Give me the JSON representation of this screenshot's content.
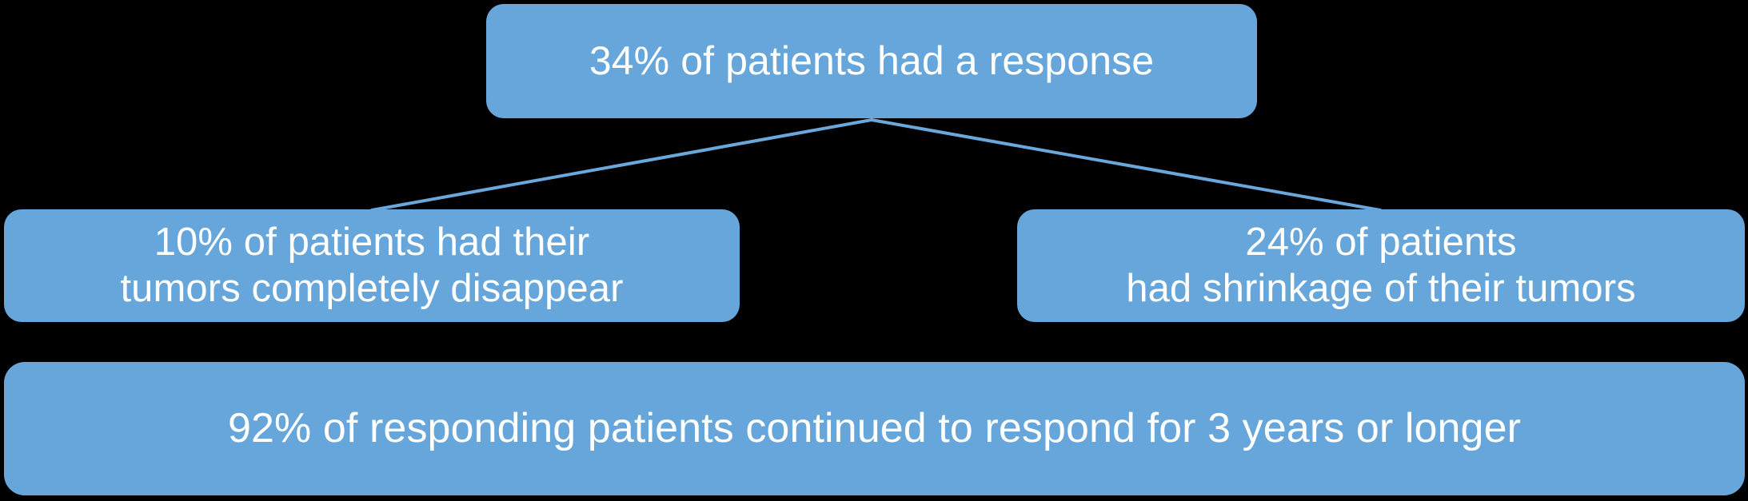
{
  "diagram": {
    "type": "tree",
    "background_color": "#000000",
    "node_fill_color": "#67a6db",
    "node_text_color": "#ffffff",
    "connector_color": "#6aa8dc",
    "nodes": {
      "root": {
        "id": "root",
        "label": "34% of patients had a response",
        "value_percent": 34,
        "level": 0
      },
      "complete_response": {
        "id": "complete-response",
        "label": "10% of patients had their\ntumors completely disappear",
        "line1": "10% of patients had their",
        "line2": "tumors completely disappear",
        "value_percent": 10,
        "level": 1
      },
      "partial_response": {
        "id": "partial-response",
        "label": "24% of patients\nhad shrinkage of their tumors",
        "line1": "24% of patients",
        "line2": "had shrinkage of their tumors",
        "value_percent": 24,
        "level": 1
      },
      "duration": {
        "id": "duration",
        "label": "92% of responding patients continued to respond for 3 years or longer",
        "value_percent": 92,
        "duration_years": 3,
        "level": 2
      }
    },
    "edges": [
      {
        "from": "root",
        "to": "complete_response"
      },
      {
        "from": "root",
        "to": "partial_response"
      }
    ]
  }
}
